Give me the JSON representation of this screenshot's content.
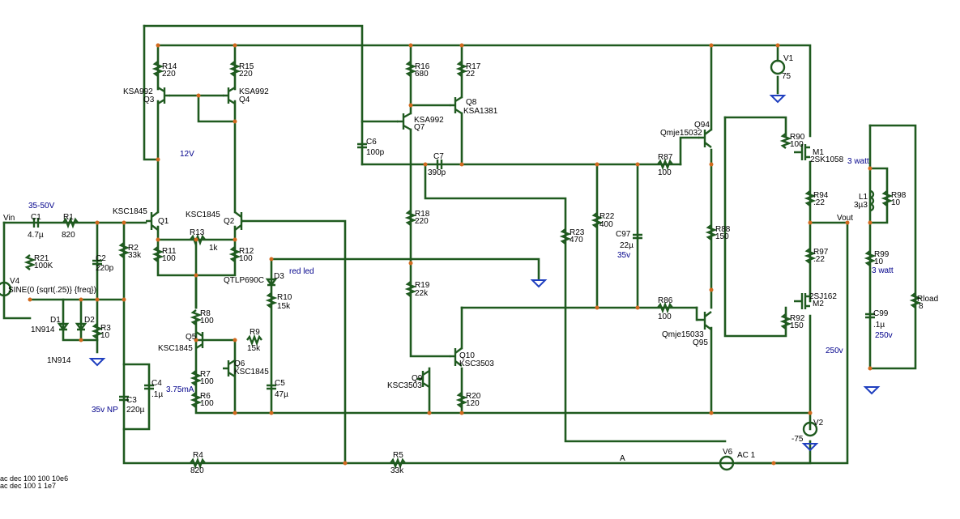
{
  "colors": {
    "wire": "#1f5a1f",
    "node": "#d2691e",
    "ground": "#1f3fbf",
    "label": "#000000",
    "note": "#00008b"
  },
  "notes": {
    "input_range": "35-50V",
    "rail_12v": "12V",
    "red_led": "red led",
    "current": "3.75mA",
    "c3_rating": "35v NP",
    "c97_rating": "35v",
    "r98_watt": "3 watt",
    "r99_watt": "3 watt",
    "c99_rating": "250v",
    "vout_rating": "250v",
    "net_a": "A",
    "vout": "Vout",
    "vin": "Vin",
    "directive1": "ac dec 100 100 10e6",
    "directive2": "ac dec 100 1 1e7"
  },
  "sources": {
    "v4_name": "V4",
    "v4_value": "SINE(0 {sqrt(.25)} {freq})",
    "v1_name": "V1",
    "v1_value": "75",
    "v2_name": "V2",
    "v2_value": "-75",
    "v6_name": "V6",
    "v6_value": "AC 1"
  },
  "components": {
    "r14": [
      "R14",
      "220"
    ],
    "r15": [
      "R15",
      "220"
    ],
    "r16": [
      "R16",
      "680"
    ],
    "r17": [
      "R17",
      "22"
    ],
    "r1": [
      "R1",
      "820"
    ],
    "r2": [
      "R2",
      "33k"
    ],
    "r3": [
      "R3",
      "10"
    ],
    "r4": [
      "R4",
      "820"
    ],
    "r5": [
      "R5",
      "33k"
    ],
    "r6": [
      "R6",
      "100"
    ],
    "r7": [
      "R7",
      "100"
    ],
    "r8": [
      "R8",
      "100"
    ],
    "r9": [
      "R9",
      "15k"
    ],
    "r10": [
      "R10",
      "15k"
    ],
    "r11": [
      "R11",
      "100"
    ],
    "r12": [
      "R12",
      "100"
    ],
    "r13": [
      "R13",
      "1k"
    ],
    "r18": [
      "R18",
      "220"
    ],
    "r19": [
      "R19",
      "22k"
    ],
    "r20": [
      "R20",
      "120"
    ],
    "r21": [
      "R21",
      "100K"
    ],
    "r22": [
      "R22",
      "400"
    ],
    "r23": [
      "R23",
      "470"
    ],
    "r86": [
      "R86",
      "100"
    ],
    "r87": [
      "R87",
      "100"
    ],
    "r88": [
      "R88",
      "150"
    ],
    "r90": [
      "R90",
      "100"
    ],
    "r92": [
      "R92",
      "150"
    ],
    "r94": [
      "R94",
      ".22"
    ],
    "r97": [
      "R97",
      ".22"
    ],
    "r98": [
      "R98",
      "10"
    ],
    "r99": [
      "R99",
      "10"
    ],
    "rload": [
      "Rload",
      "8"
    ],
    "c1": [
      "C1",
      "4.7µ"
    ],
    "c2": [
      "C2",
      "220p"
    ],
    "c3": [
      "C3",
      "220µ"
    ],
    "c4": [
      "C4",
      ".1µ"
    ],
    "c5": [
      "C5",
      "47µ"
    ],
    "c6": [
      "C6",
      "100p"
    ],
    "c7": [
      "C7",
      "390p"
    ],
    "c97": [
      "C97",
      "22µ"
    ],
    "c99": [
      "C99",
      ".1µ"
    ],
    "l1": [
      "L1",
      "3µ3"
    ],
    "d1": [
      "D1",
      "1N914"
    ],
    "d2": [
      "D2",
      "1N914"
    ],
    "d3": [
      "D3",
      "QTLP690C"
    ],
    "q1": [
      "Q1",
      "KSC1845"
    ],
    "q2": [
      "Q2",
      "KSC1845"
    ],
    "q3": [
      "Q3",
      "KSA992"
    ],
    "q4": [
      "Q4",
      "KSA992"
    ],
    "q5": [
      "Q5",
      "KSC1845"
    ],
    "q6": [
      "Q6",
      "KSC1845"
    ],
    "q7": [
      "Q7",
      "KSA992"
    ],
    "q8": [
      "Q8",
      "KSA1381"
    ],
    "q9": [
      "Q9",
      "KSC3503"
    ],
    "q10": [
      "Q10",
      "KSC3503"
    ],
    "q94": [
      "Q94",
      "Qmje15032"
    ],
    "q95": [
      "Q95",
      "Qmje15033"
    ],
    "m1": [
      "M1",
      "2SK1058"
    ],
    "m2": [
      "M2",
      "2SJ162"
    ]
  }
}
